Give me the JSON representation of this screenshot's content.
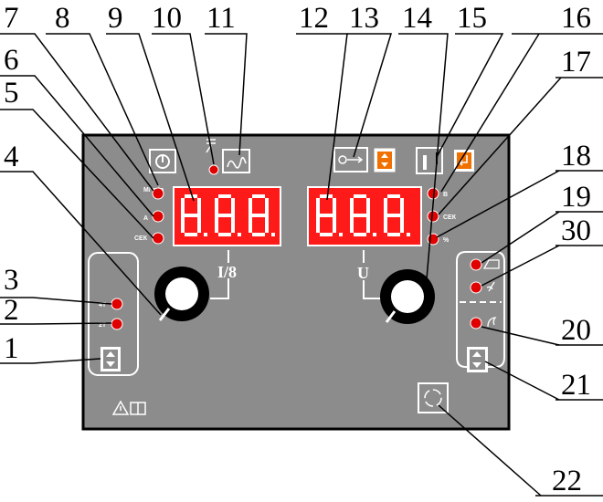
{
  "callouts": {
    "c1": "1",
    "c2": "2",
    "c3": "3",
    "c4": "4",
    "c5": "5",
    "c6": "6",
    "c7": "7",
    "c8": "8",
    "c9": "9",
    "c10": "10",
    "c11": "11",
    "c12": "12",
    "c13": "13",
    "c14": "14",
    "c15": "15",
    "c16": "16",
    "c17": "17",
    "c18": "18",
    "c19": "19",
    "c20": "20",
    "c21": "21",
    "c22": "22",
    "c30": "30"
  },
  "left_leds": {
    "mmin": "M/ min",
    "a": "A",
    "sek": "СЕК"
  },
  "right_leds": {
    "v": "В",
    "sek": "СЕК",
    "pct": "%"
  },
  "knob_labels": {
    "left": "I/8",
    "right": "U"
  },
  "mode_leds": {
    "two_t": "4T",
    "four_t": "2T"
  },
  "left_display_digits": "8.8.8.",
  "right_display_digits": "8.8.8.",
  "colors": {
    "panel": "#8c8c8c",
    "display": "#ff1a1a",
    "led": "#e00000",
    "accent": "#f07000"
  },
  "icons": {
    "power": "power-icon",
    "wire": "wire-feed-icon",
    "arc": "arc-characteristic-icon",
    "inch": "wire-inch-icon",
    "gas": "gas-test-icon",
    "select": "up-down-select-icon",
    "reset": "reset-icon",
    "warning": "warning-manual-icon"
  }
}
